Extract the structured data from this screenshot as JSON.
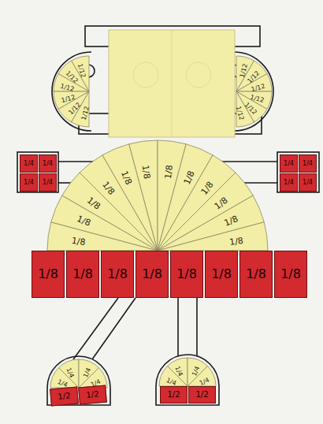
{
  "diagram": {
    "nodes": [
      {
        "text": [
          "1/12"
        ]
      },
      {
        "text": [
          "1/12"
        ]
      },
      {
        "text": [
          "1/12"
        ]
      },
      {
        "text": [
          "1/12"
        ]
      },
      {
        "text": [
          "1/12"
        ]
      },
      {
        "text": [
          "1/12"
        ]
      },
      {
        "text": [
          "1/12"
        ]
      },
      {
        "text": [
          "1/12"
        ]
      },
      {
        "text": [
          "1/12"
        ]
      },
      {
        "text": [
          "1/12"
        ]
      },
      {
        "text": [
          "1/12"
        ]
      },
      {
        "text": [
          "1/12"
        ]
      },
      {
        "text": [
          "1/4"
        ]
      },
      {
        "text": [
          "1/4"
        ]
      },
      {
        "text": [
          "1/4"
        ]
      },
      {
        "text": [
          "1/4"
        ]
      },
      {
        "text": [
          "1/4"
        ]
      },
      {
        "text": [
          "1/4"
        ]
      },
      {
        "text": [
          "1/4"
        ]
      },
      {
        "text": [
          "1/4"
        ]
      },
      {
        "text": [
          "1/8"
        ]
      },
      {
        "text": [
          "1/8"
        ]
      },
      {
        "text": [
          "1/8"
        ]
      },
      {
        "text": [
          "1/8"
        ]
      },
      {
        "text": [
          "1/8"
        ]
      },
      {
        "text": [
          "1/8"
        ]
      },
      {
        "text": [
          "1/8"
        ]
      },
      {
        "text": [
          "1/8"
        ]
      },
      {
        "text": [
          "1/8"
        ]
      },
      {
        "text": [
          "1/8"
        ]
      },
      {
        "text": [
          "1/8"
        ]
      },
      {
        "text": [
          "1/8"
        ]
      },
      {
        "text": [
          "1/8"
        ]
      },
      {
        "text": [
          "1/8"
        ]
      },
      {
        "text": [
          "1/8"
        ]
      },
      {
        "text": [
          "1/8"
        ]
      },
      {
        "text": [
          "1/8"
        ]
      },
      {
        "text": [
          "1/8"
        ]
      },
      {
        "text": [
          "1/8"
        ]
      },
      {
        "text": [
          "1/8"
        ]
      },
      {
        "text": [
          "1/4"
        ]
      },
      {
        "text": [
          "1/4"
        ]
      },
      {
        "text": [
          "1/4"
        ]
      },
      {
        "text": [
          "1/4"
        ]
      },
      {
        "text": [
          "1/2"
        ]
      },
      {
        "text": [
          "1/2"
        ]
      },
      {
        "text": [
          "1/4"
        ]
      },
      {
        "text": [
          "1/4"
        ]
      },
      {
        "text": [
          "1/4"
        ]
      },
      {
        "text": [
          "1/4"
        ]
      },
      {
        "text": [
          "1/2"
        ]
      },
      {
        "text": [
          "1/2"
        ]
      }
    ]
  }
}
